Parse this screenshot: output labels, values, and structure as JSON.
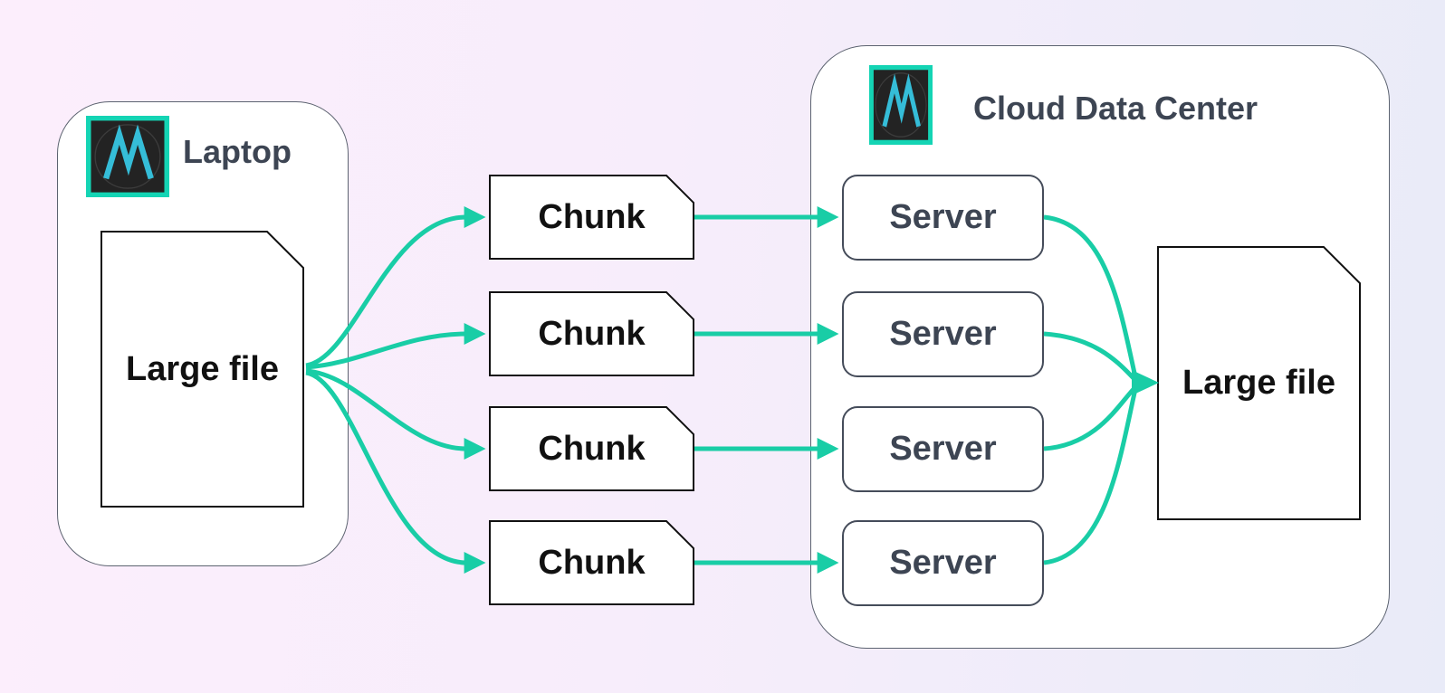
{
  "diagram": {
    "laptop_group": {
      "label": "Laptop",
      "icon": "m-logo-icon"
    },
    "cloud_group": {
      "label": "Cloud Data Center",
      "icon": "m-logo-icon"
    },
    "source_file": {
      "label": "Large file"
    },
    "chunks": [
      {
        "label": "Chunk"
      },
      {
        "label": "Chunk"
      },
      {
        "label": "Chunk"
      },
      {
        "label": "Chunk"
      }
    ],
    "servers": [
      {
        "label": "Server"
      },
      {
        "label": "Server"
      },
      {
        "label": "Server"
      },
      {
        "label": "Server"
      }
    ],
    "dest_file": {
      "label": "Large file"
    },
    "colors": {
      "arrow": "#19cda6",
      "icon_border": "#14d4b4",
      "icon_glyph": "#35bdd8",
      "icon_background": "#232323",
      "node_border": "#111111",
      "group_border": "#5c6370",
      "heading_text": "#3d4553",
      "node_text": "#111111",
      "background_left": "#fceefc",
      "background_right": "#e9ebf8"
    }
  }
}
